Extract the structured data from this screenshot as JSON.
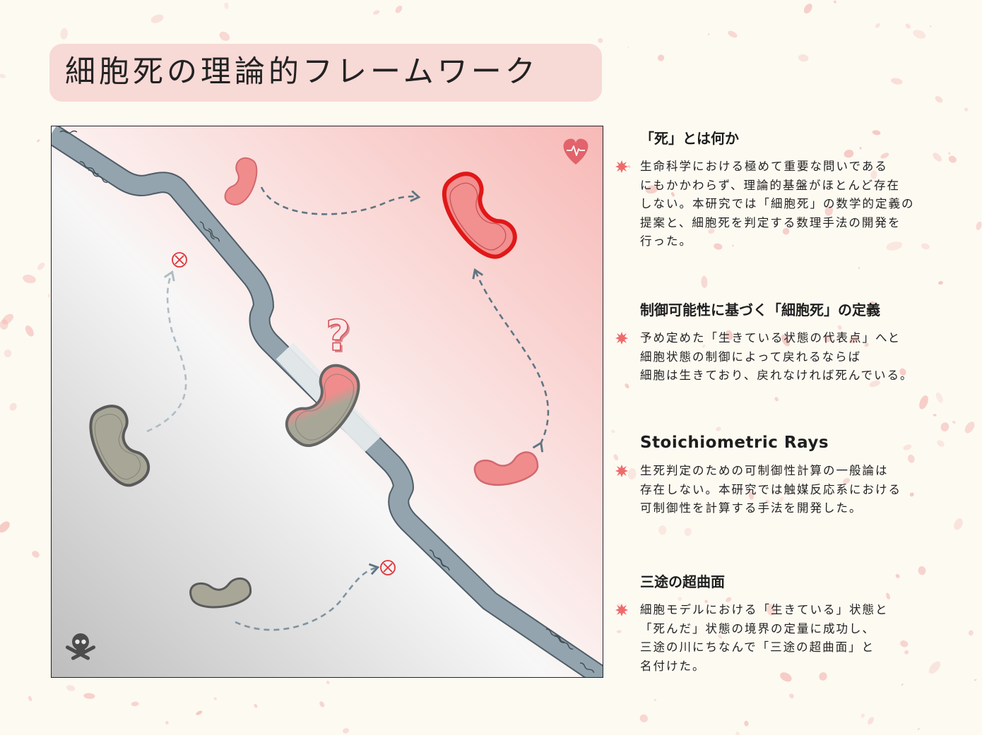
{
  "title": "細胞死の理論的フレームワーク",
  "colors": {
    "background": "#fdfaf2",
    "title_box": "#f7d9d6",
    "alive": "#f08c8c",
    "alive_border": "#e01818",
    "dead": "#a8a797",
    "river": "#8fa1ac",
    "splatter": "#f3b8b4"
  },
  "diagram": {
    "heart_icon": "heart-pulse-icon",
    "skull_icon": "skull-crossbones-icon",
    "question_mark": "?",
    "blocked_icon": "circled-cross-icon"
  },
  "sections": [
    {
      "heading": "「死」とは何か",
      "text": "生命科学における極めて重要な問いである\nにもかかわらず、理論的基盤がほとんど存在\nしない。本研究では「細胞死」の数学的定義の\n提案と、細胞死を判定する数理手法の開発を\n行った。"
    },
    {
      "heading": "制御可能性に基づく「細胞死」の定義",
      "text": "予め定めた「生きている状態の代表点」へと\n細胞状態の制御によって戻れるならば\n細胞は生きており、戻れなければ死んでいる。"
    },
    {
      "heading": "Stoichiometric Rays",
      "text": "生死判定のための可制御性計算の一般論は\n存在しない。本研究では触媒反応系における\n可制御性を計算する手法を開発した。"
    },
    {
      "heading": "三途の超曲面",
      "text": "細胞モデルにおける「生きている」状態と\n「死んだ」状態の境界の定量に成功し、\n三途の川にちなんで「三途の超曲面」と\n名付けた。"
    }
  ]
}
